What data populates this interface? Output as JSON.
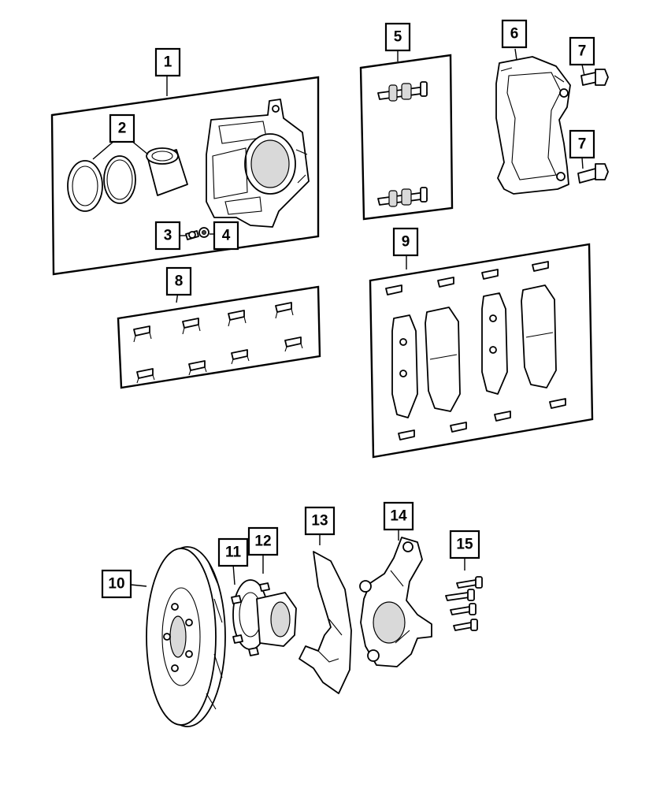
{
  "callouts": [
    {
      "id": "1",
      "label": "1"
    },
    {
      "id": "2",
      "label": "2"
    },
    {
      "id": "3",
      "label": "3"
    },
    {
      "id": "4",
      "label": "4"
    },
    {
      "id": "5",
      "label": "5"
    },
    {
      "id": "6",
      "label": "6"
    },
    {
      "id": "7a",
      "label": "7"
    },
    {
      "id": "7b",
      "label": "7"
    },
    {
      "id": "8",
      "label": "8"
    },
    {
      "id": "9",
      "label": "9"
    },
    {
      "id": "10",
      "label": "10"
    },
    {
      "id": "11",
      "label": "11"
    },
    {
      "id": "12",
      "label": "12"
    },
    {
      "id": "13",
      "label": "13"
    },
    {
      "id": "14",
      "label": "14"
    },
    {
      "id": "15",
      "label": "15"
    }
  ]
}
